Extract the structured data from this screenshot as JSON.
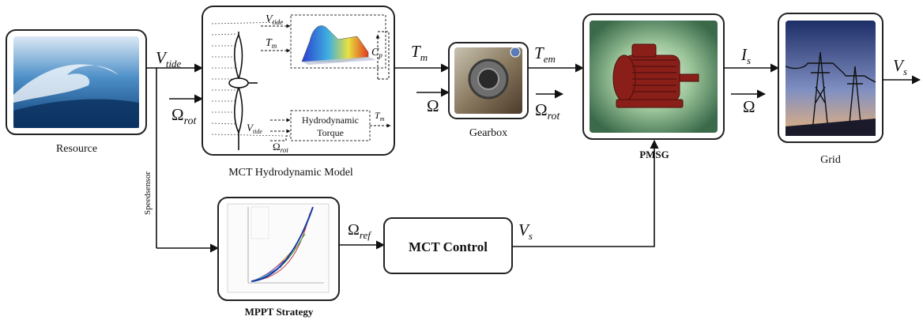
{
  "blocks": {
    "resource": {
      "caption": "Resource"
    },
    "mct_model": {
      "caption": "MCT Hydrodynamic Model",
      "inner_box_label_line1": "Hydrodynamic",
      "inner_box_label_line2": "Torque"
    },
    "gearbox": {
      "caption": "Gearbox"
    },
    "pmsg": {
      "caption": "PMSG"
    },
    "grid": {
      "caption": "Grid"
    },
    "mppt": {
      "caption": "MPPT Strategy"
    },
    "mct_control": {
      "label": "MCT Control"
    }
  },
  "signals": {
    "v_tide": {
      "base": "V",
      "sub": "tide"
    },
    "omega_rot": {
      "base": "Ω",
      "sub": "rot"
    },
    "t_m": {
      "base": "T",
      "sub": "m"
    },
    "omega": {
      "base": "Ω"
    },
    "t_em": {
      "base": "T",
      "sub": "em"
    },
    "i_s": {
      "base": "I",
      "sub": "s"
    },
    "v_s": {
      "base": "V",
      "sub": "s"
    },
    "omega_ref": {
      "base": "Ω",
      "sub": "ref"
    },
    "c_p": {
      "base": "C",
      "sub": "p"
    }
  },
  "speed_sensor_label": "Speedsensor",
  "colors": {
    "block_border": "#222222",
    "arrow": "#111111",
    "wave_blue": "#2a6fb0",
    "motor_red": "#8a1f1a",
    "sky_dusk": "#5a6ea8"
  }
}
